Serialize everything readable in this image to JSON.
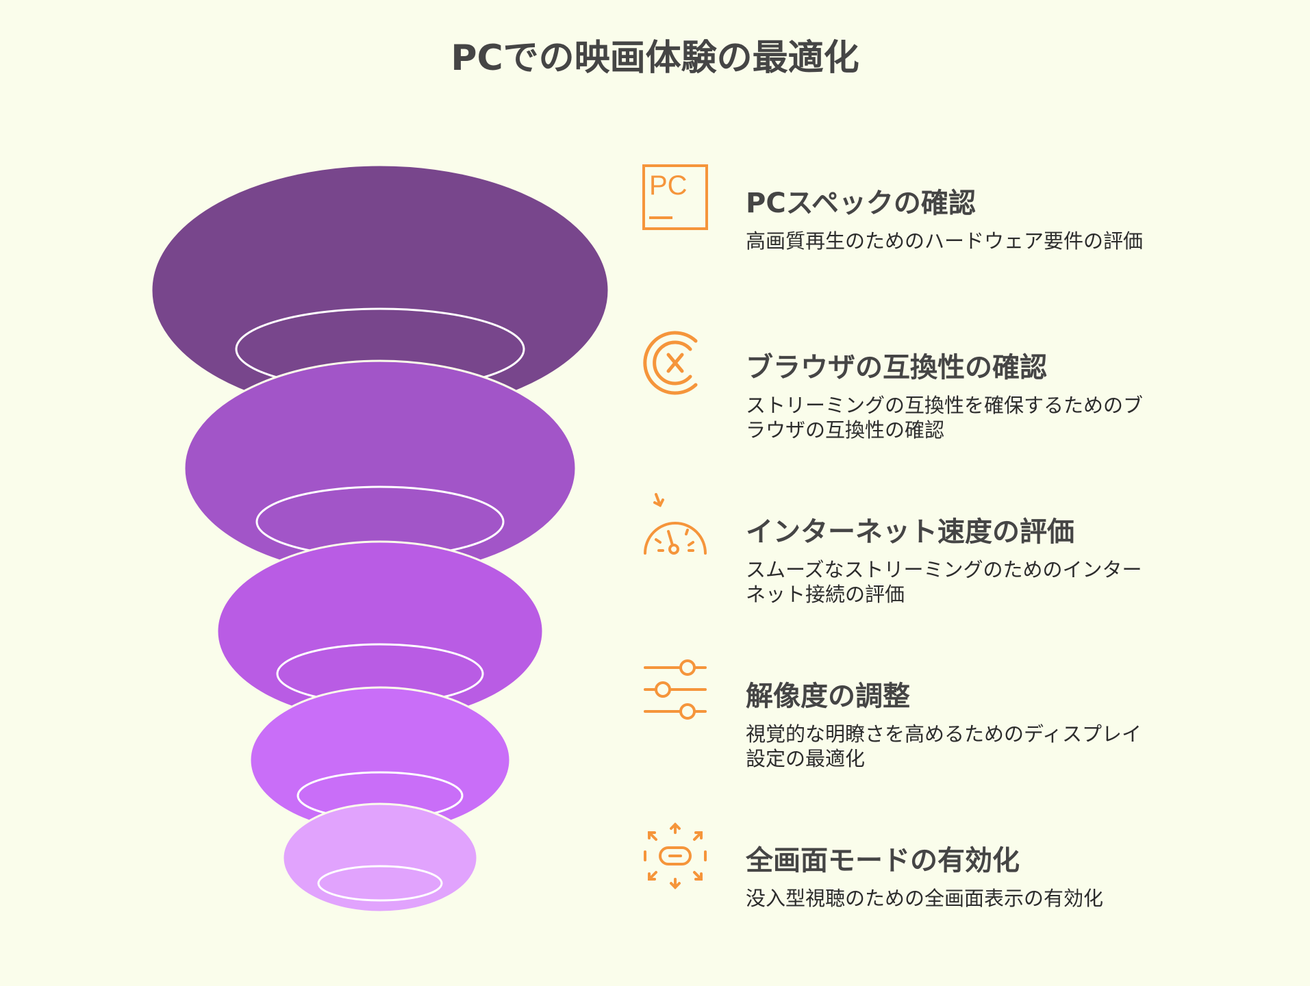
{
  "title": "PCでの映画体験の最適化",
  "colors": {
    "background": "#fafdeb",
    "accent": "#f5953b",
    "tiers": [
      "#78468c",
      "#a255c8",
      "#b95ce4",
      "#c96ef8",
      "#e1a3fd"
    ]
  },
  "steps": [
    {
      "title": "PCスペックの確認",
      "description": "高画質再生のためのハードウェア要件の評価",
      "icon": "pc-icon"
    },
    {
      "title": "ブラウザの互換性の確認",
      "description": "ストリーミングの互換性を確保するためのブラウザの互換性の確認",
      "icon": "browser-compatibility-icon"
    },
    {
      "title": "インターネット速度の評価",
      "description": "スムーズなストリーミングのためのインターネット接続の評価",
      "icon": "speedometer-icon"
    },
    {
      "title": "解像度の調整",
      "description": "視覚的な明瞭さを高めるためのディスプレイ設定の最適化",
      "icon": "sliders-icon"
    },
    {
      "title": "全画面モードの有効化",
      "description": "没入型視聴のための全画面表示の有効化",
      "icon": "vr-fullscreen-icon"
    }
  ]
}
